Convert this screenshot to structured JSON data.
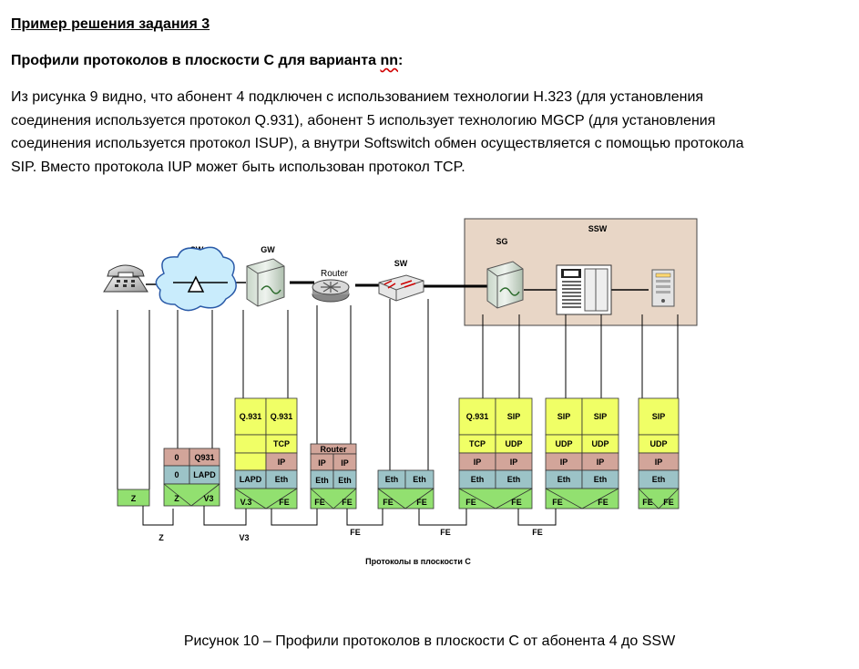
{
  "heading": "Пример решения задания 3",
  "subheading": {
    "prefix": "Профили протоколов в плоскости С для варианта ",
    "variant": "nn",
    "suffix": ":"
  },
  "paragraph": [
    "Из рисунка 9 видно, что абонент 4 подключен с использованием технологии Н.323 (для установления",
    "соединения используется протокол Q.931), абонент 5 использует технологию MGCP (для установления",
    "соединения используется протокол ISUP), а внутри Softswitch обмен осуществляется с помощью протокола",
    "SIP. Вместо протокола IUP может быть использован протокол TCP."
  ],
  "diagram": {
    "device_labels": {
      "sw1": "SW",
      "gw": "GW",
      "router": "Router",
      "sw2": "SW",
      "sg": "SG",
      "ssw": "SSW"
    },
    "stacks": {
      "phone_z": "Z",
      "sw": {
        "r1a": "0",
        "r1b": "Q931",
        "r2a": "0",
        "r2b": "LAPD",
        "phys_l": "Z",
        "phys_r": "V3"
      },
      "gw": {
        "q1": "Q.931",
        "q2": "Q.931",
        "tcp": "TCP",
        "ip": "IP",
        "lapd": "LAPD",
        "eth": "Eth",
        "phys_l": "V.3",
        "phys_r": "FE"
      },
      "router": {
        "title": "Router",
        "ip1": "IP",
        "ip2": "IP",
        "eth1": "Eth",
        "eth2": "Eth",
        "phys_l": "FE",
        "phys_r": "FE"
      },
      "sw2": {
        "eth1": "Eth",
        "eth2": "Eth",
        "phys_l": "FE",
        "phys_r": "FE"
      },
      "sg": {
        "q": "Q.931",
        "sip": "SIP",
        "tcp": "TCP",
        "udp": "UDP",
        "ip1": "IP",
        "ip2": "IP",
        "eth1": "Eth",
        "eth2": "Eth",
        "phys_l": "FE",
        "phys_r": "FE"
      },
      "ssw1": {
        "sip1": "SIP",
        "sip2": "SIP",
        "udp1": "UDP",
        "udp2": "UDP",
        "ip1": "IP",
        "ip2": "IP",
        "eth1": "Eth",
        "eth2": "Eth",
        "phys_l": "FE",
        "phys_r": "FE"
      },
      "ssw2": {
        "sip": "SIP",
        "udp": "UDP",
        "ip": "IP",
        "eth": "Eth",
        "phys_l": "FE",
        "phys_r": "FE"
      }
    },
    "link_labels": {
      "z": "Z",
      "v3": "V3",
      "fe1": "FE",
      "fe2": "FE",
      "fe3": "FE"
    },
    "plane_title": "Протоколы в плоскости С"
  },
  "caption": "Рисунок 10 – Профили протоколов в плоскости С от абонента 4 до SSW",
  "colors": {
    "yellow": "#f0ff66",
    "pink": "#d2a59a",
    "teal": "#9cc3c7",
    "green": "#92e070",
    "ssw_bg": "#e8d6c6"
  }
}
